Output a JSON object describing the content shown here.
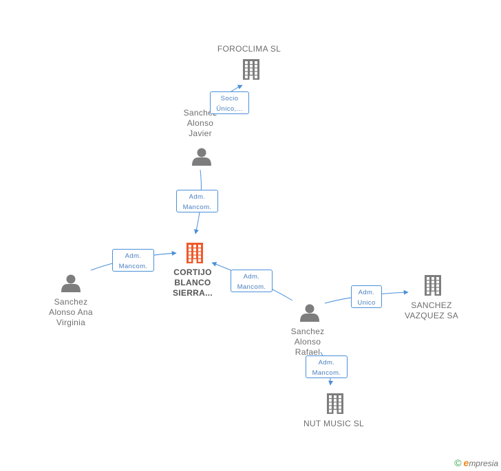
{
  "colors": {
    "company": "#7d7d7d",
    "person": "#7d7d7d",
    "focus": "#f0592a",
    "edge": "#4a90d9",
    "label": "#6e6e6e",
    "brand_green": "#3aa34a",
    "brand_orange": "#f08a24"
  },
  "nodes": {
    "foroclima": {
      "type": "company",
      "label": [
        "FOROCLIMA SL"
      ]
    },
    "javier": {
      "type": "person",
      "label": [
        "Sanchez",
        "Alonso",
        "Javier"
      ]
    },
    "cortijo": {
      "type": "company",
      "focus": true,
      "label": [
        "CORTIJO",
        "BLANCO",
        "SIERRA..."
      ]
    },
    "virginia": {
      "type": "person",
      "label": [
        "Sanchez",
        "Alonso Ana",
        "Virginia"
      ]
    },
    "rafael": {
      "type": "person",
      "label": [
        "Sanchez",
        "Alonso",
        "Rafael"
      ]
    },
    "sanchez_vazquez": {
      "type": "company",
      "label": [
        "SANCHEZ",
        "VAZQUEZ SA"
      ]
    },
    "nut_music": {
      "type": "company",
      "label": [
        "NUT MUSIC SL"
      ]
    }
  },
  "edges": [
    {
      "from": "javier",
      "to": "foroclima",
      "label": [
        "Socio",
        "Único,..."
      ]
    },
    {
      "from": "javier",
      "to": "cortijo",
      "label": [
        "Adm.",
        "Mancom."
      ]
    },
    {
      "from": "virginia",
      "to": "cortijo",
      "label": [
        "Adm.",
        "Mancom."
      ]
    },
    {
      "from": "rafael",
      "to": "cortijo",
      "label": [
        "Adm.",
        "Mancom."
      ]
    },
    {
      "from": "rafael",
      "to": "sanchez_vazquez",
      "label": [
        "Adm.",
        "Unico"
      ]
    },
    {
      "from": "rafael",
      "to": "nut_music",
      "label": [
        "Adm.",
        "Mancom."
      ]
    }
  ],
  "brand": {
    "copyright": "©",
    "e": "e",
    "rest": "mpresia"
  }
}
